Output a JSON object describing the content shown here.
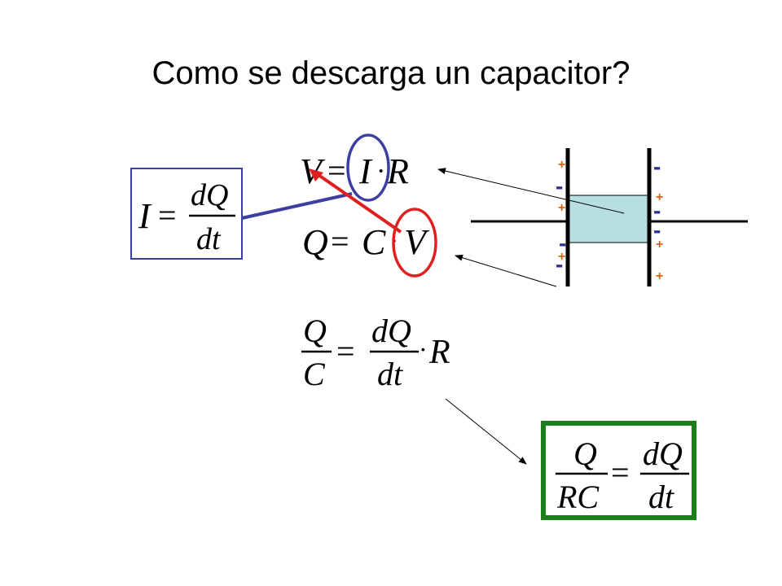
{
  "slide": {
    "title": "Como se descarga un capacitor?",
    "colors": {
      "blue": "#3b3fa0",
      "red": "#e02020",
      "green": "#1a7f1a",
      "dielectric": "#b7dfe2",
      "plus": "#e06010",
      "minus": "#2b2fa0"
    }
  },
  "eq_current": {
    "lhs": "I",
    "eq": "=",
    "num": "dQ",
    "den": "dt"
  },
  "eq_ohm": {
    "v": "V",
    "eq": "=",
    "i": "I",
    "dot": "·",
    "r": "R"
  },
  "eq_charge": {
    "q": "Q",
    "eq": "=",
    "c": "C",
    "dot": "·",
    "v": "V"
  },
  "eq_combined": {
    "lnum": "Q",
    "lden": "C",
    "eq": "=",
    "rnum": "dQ",
    "rden": "dt",
    "dot": "·",
    "r": "R"
  },
  "eq_result": {
    "lnum": "Q",
    "lden": "RC",
    "eq": "=",
    "rnum": "dQ",
    "rden": "dt"
  },
  "capacitor": {
    "left_plate_signs": [
      "+",
      "-",
      "+",
      "-",
      "+",
      "-"
    ],
    "right_plate_signs": [
      "-",
      "+",
      "-",
      "-",
      "+",
      "+"
    ]
  }
}
